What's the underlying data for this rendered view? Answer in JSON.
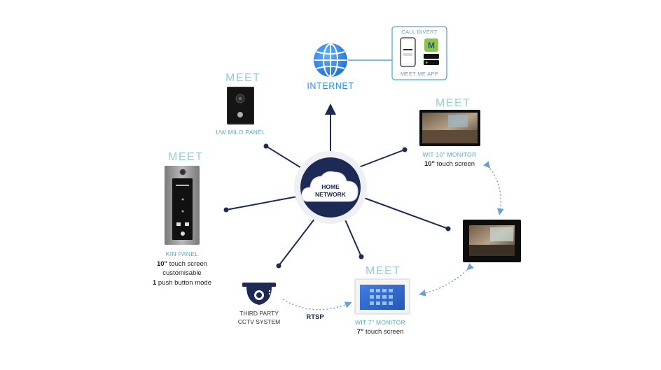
{
  "hub": {
    "line1": "HOME",
    "line2": "NETWORK"
  },
  "internet": {
    "label": "INTERNET"
  },
  "app_box": {
    "title": "CALL DIVERT",
    "caption": "MEET ME APP"
  },
  "brand_text": "MEET",
  "milo": {
    "caption": "1/W MILO PANEL"
  },
  "kin": {
    "caption": "KIN PANEL",
    "spec1_bold": "10\"",
    "spec1_rest": " touch screen",
    "spec2": "customisable",
    "spec3_bold": "1",
    "spec3_rest": " push button mode"
  },
  "wit10": {
    "caption": "WIT 10\" MONITOR",
    "spec_bold": "10\"",
    "spec_rest": " touch screen"
  },
  "wit7": {
    "caption": "WIT 7\" MONITOR",
    "spec_bold": "7\"",
    "spec_rest": " touch screen"
  },
  "cctv": {
    "line1": "THIRD PARTY",
    "line2": "CCTV SYSTEM"
  },
  "rtsp": {
    "label": "RTSP"
  },
  "colors": {
    "line": "#1c2a55",
    "accent": "#56a9bf",
    "globe": "#2f8be8",
    "dotted": "#6b9fd6"
  }
}
